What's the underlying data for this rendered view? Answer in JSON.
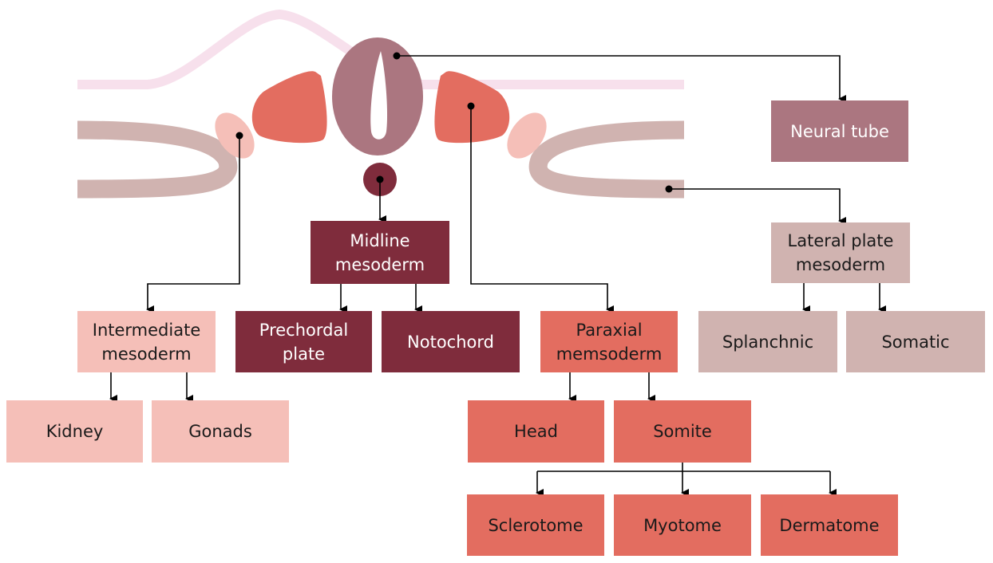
{
  "colors": {
    "ectoderm": "#f7e0ec",
    "neural_tube": "#ab7680",
    "midline": "#7f2c3c",
    "paraxial": "#e36d60",
    "intermediate": "#f5bfb8",
    "lateral": "#d0b3b0",
    "connector": "#000000"
  },
  "labels": {
    "neural_tube": "Neural tube",
    "lateral_plate": "Lateral plate mesoderm",
    "midline": "Midline mesoderm",
    "prechordal": "Prechordal plate",
    "notochord": "Notochord",
    "paraxial": "Paraxial memsoderm",
    "intermediate": "Intermediate mesoderm",
    "splanchnic": "Splanchnic",
    "somatic": "Somatic",
    "kidney": "Kidney",
    "gonads": "Gonads",
    "head": "Head",
    "somite": "Somite",
    "sclerotome": "Sclerotome",
    "myotome": "Myotome",
    "dermatome": "Dermatome"
  }
}
